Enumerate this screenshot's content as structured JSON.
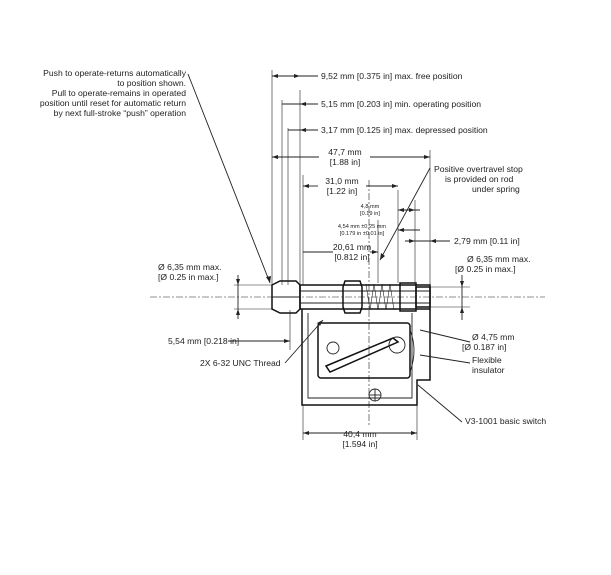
{
  "annotations": {
    "push_note": [
      "Push to operate-returns automatically",
      "to position shown.",
      "Pull to operate-remains in operated",
      "position until reset for automatic return",
      "by next full-stroke “push” operation"
    ],
    "free_position": "9,52 mm [0.375 in] max. free position",
    "operating_position": "5,15 mm [0.203 in] min. operating position",
    "depressed_position": "3,17 mm [0.125 in] max. depressed position",
    "dim_47_7": [
      "47,7 mm",
      "[1.88 in]"
    ],
    "overtravel_note": [
      "Positive overtravel stop",
      "is provided on rod",
      "under spring"
    ],
    "dim_31_0": [
      "31,0 mm",
      "[1.22 in]"
    ],
    "dim_4_8": [
      "4,8 mm",
      "[0.19 in]"
    ],
    "dim_4_54": [
      "4,54 mm ±0,25 mm",
      "[0.179 in ±0.01 in]"
    ],
    "dim_20_61": [
      "20,61 mm",
      "[0.812 in]"
    ],
    "dim_2_79": "2,79 mm [0.11 in]",
    "dia_right": [
      "Ø 6,35 mm max.",
      "[Ø 0.25 in max.]"
    ],
    "dia_left": [
      "Ø 6,35 mm max.",
      "[Ø 0.25 in max.]"
    ],
    "dim_5_54": "5,54 mm [0.218 in]",
    "thread": "2X 6-32 UNC Thread",
    "dia_4_75": [
      "Ø 4,75 mm",
      "[Ø 0.187 in]"
    ],
    "insulator": [
      "Flexible",
      "insulator"
    ],
    "basic_switch": "V3-1001 basic switch",
    "dim_40_4": [
      "40,4 mm",
      "[1.594 in]"
    ]
  }
}
